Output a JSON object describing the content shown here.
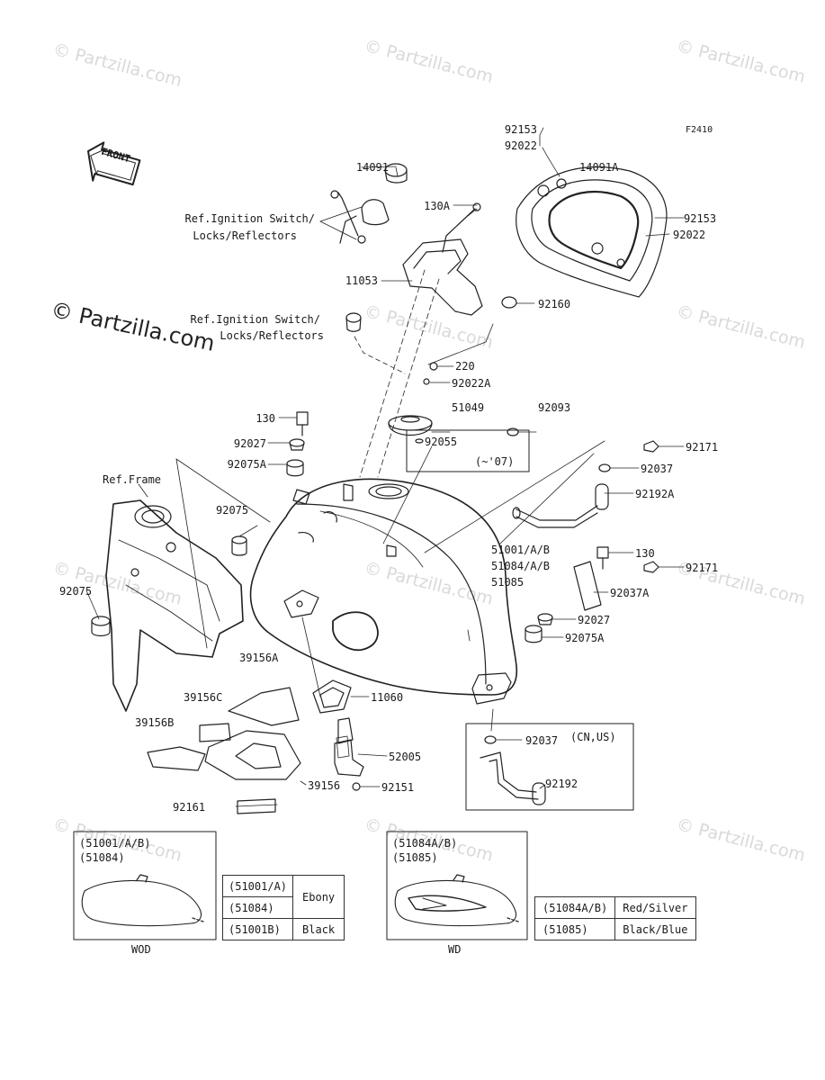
{
  "figure_code": "F2410",
  "front_label": "FRONT",
  "watermarks": {
    "small": "© Partzilla.com",
    "big": "© Partzilla.com"
  },
  "parts": {
    "p92153_top": "92153",
    "p92022_top": "92022",
    "p14091": "14091",
    "p14091A": "14091A",
    "p92153_r": "92153",
    "p92022_r": "92022",
    "ref_ign1_a": "Ref.Ignition Switch/",
    "ref_ign1_b": "Locks/Reflectors",
    "p130A": "130A",
    "p11053": "11053",
    "p92160": "92160",
    "ref_ign2_a": "Ref.Ignition Switch/",
    "ref_ign2_b": "Locks/Reflectors",
    "p220": "220",
    "p92022A": "92022A",
    "p51049": "51049",
    "p92093": "92093",
    "p130_l": "130",
    "p92027_l": "92027",
    "p92075A_l": "92075A",
    "p92055": "92055",
    "p92055_note": "(~'07)",
    "p92171_top": "92171",
    "p92037": "92037",
    "p92192A": "92192A",
    "ref_frame": "Ref.Frame",
    "p92075_a": "92075",
    "p92075_b": "92075",
    "tank_1": "51001/A/B",
    "tank_2": "51084/A/B",
    "tank_3": "51085",
    "p130_r": "130",
    "p92171_r": "92171",
    "p92037A": "92037A",
    "p92027_r": "92027",
    "p92075A_r": "92075A",
    "p39156A": "39156A",
    "p39156C": "39156C",
    "p39156B": "39156B",
    "p39156": "39156",
    "p11060": "11060",
    "p52005": "52005",
    "p92151": "92151",
    "p92161": "92161",
    "p92037_cn": "92037",
    "p92037_cn_note": "(CN,US)",
    "p92192": "92192"
  },
  "variant_wod": {
    "line1": "(51001/A/B)",
    "line2": "(51084)",
    "caption": "WOD"
  },
  "variant_wd": {
    "line1": "(51084A/B)",
    "line2": "(51085)",
    "caption": "WD"
  },
  "color_table_wod": {
    "r1_part": "(51001/A)",
    "r2_part": "(51084)",
    "r12_color": "Ebony",
    "r3_part": "(51001B)",
    "r3_color": "Black"
  },
  "color_table_wd": {
    "r1_part": "(51084A/B)",
    "r1_color": "Red/Silver",
    "r2_part": "(51085)",
    "r2_color": "Black/Blue"
  }
}
